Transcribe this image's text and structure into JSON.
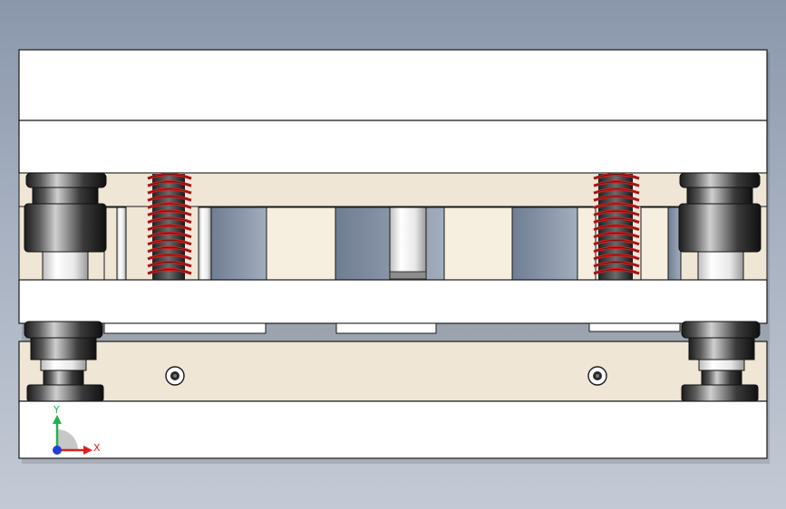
{
  "viewport": {
    "background_top": "#8a97ab",
    "background_bottom": "#c4cad5",
    "part_white": "#ffffff",
    "part_cream": "#efe6d6",
    "edge_color": "#1a1a1a",
    "spring_color": "#d41c1c"
  },
  "model": {
    "components": [
      "top-clamp-plate",
      "top-die-plate",
      "stripper-cavity",
      "guide-bushing-left",
      "guide-bushing-right",
      "die-spring-left",
      "die-spring-right",
      "stripper-plate",
      "lower-die-plate",
      "bottom-base-plate",
      "cap-screw-left",
      "cap-screw-right"
    ]
  },
  "triad": {
    "x_label": "X",
    "y_label": "Y",
    "x_color": "#e01e1e",
    "y_color": "#22b24c",
    "z_color": "#1f3fd6",
    "icon": "coordinate-triad-icon"
  }
}
